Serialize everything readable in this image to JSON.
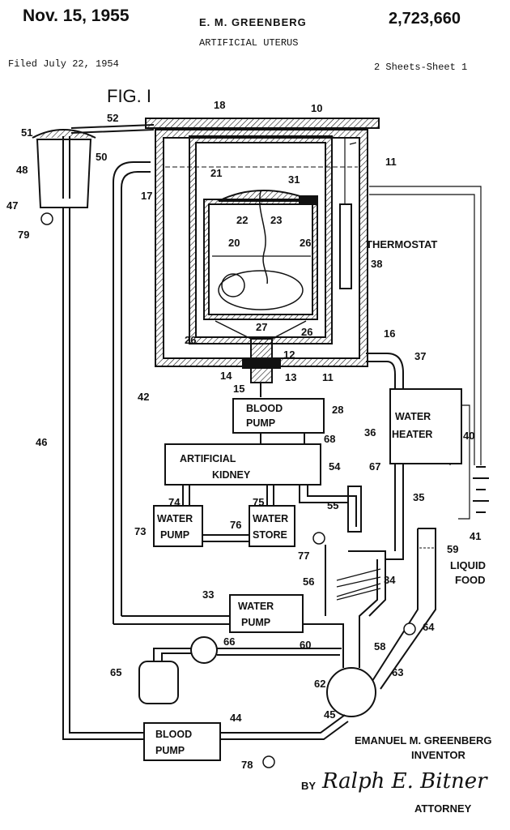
{
  "header": {
    "date": "Nov. 15, 1955",
    "inventor": "E. M. GREENBERG",
    "title": "ARTIFICIAL UTERUS",
    "patent_number": "2,723,660",
    "filed": "Filed July 22, 1954",
    "sheets": "2 Sheets-Sheet 1"
  },
  "figure": {
    "label": "FIG. I"
  },
  "boxes": {
    "blood_pump_1": [
      "BLOOD",
      "PUMP"
    ],
    "artificial_kidney": [
      "ARTIFICIAL",
      "KIDNEY"
    ],
    "water_pump_1": [
      "WATER",
      "PUMP"
    ],
    "water_store": [
      "WATER",
      "STORE"
    ],
    "water_heater": [
      "WATER",
      "HEATER"
    ],
    "water_pump_2": [
      "WATER",
      "PUMP"
    ],
    "blood_pump_2": [
      "BLOOD",
      "PUMP"
    ]
  },
  "labels": {
    "thermostat": "THERMOSTAT",
    "liquid_food": [
      "LIQUID",
      "FOOD"
    ]
  },
  "numbers": {
    "n51": "51",
    "n52": "52",
    "n18": "18",
    "n10": "10",
    "n50": "50",
    "n11a": "11",
    "n48": "48",
    "n17": "17",
    "n21": "21",
    "n31": "31",
    "n47": "47",
    "n79": "79",
    "n22": "22",
    "n23": "23",
    "n20": "20",
    "n26a": "26",
    "n38": "38",
    "n26b": "26",
    "n27": "27",
    "n26c": "26",
    "n16": "16",
    "n12": "12",
    "n37": "37",
    "n14": "14",
    "n13": "13",
    "n11b": "11",
    "n15": "15",
    "n42": "42",
    "n28": "28",
    "n36": "36",
    "n40": "40",
    "n68": "68",
    "n46": "46",
    "n54": "54",
    "n67": "67",
    "n74": "74",
    "n75": "75",
    "n35": "35",
    "n55": "55",
    "n73": "73",
    "n76": "76",
    "n41": "41",
    "n77": "77",
    "n59": "59",
    "n56": "56",
    "n34": "34",
    "n33": "33",
    "n64": "64",
    "n66": "66",
    "n58": "58",
    "n60": "60",
    "n63": "63",
    "n65": "65",
    "n62": "62",
    "n45": "45",
    "n44": "44",
    "n78": "78"
  },
  "signature_block": {
    "inventor_name": "EMANUEL M. GREENBERG",
    "inventor_role": "INVENTOR",
    "by": "BY",
    "attorney_signature": "Ralph E. Bitner",
    "attorney_role": "ATTORNEY"
  }
}
